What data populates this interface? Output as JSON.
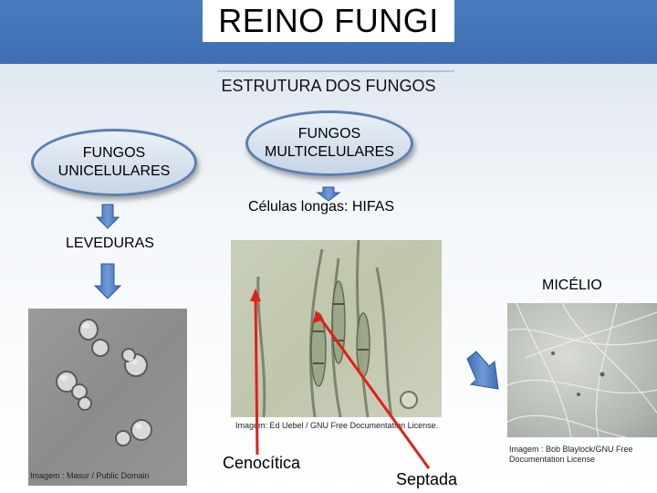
{
  "header": {
    "title": "REINO FUNGI"
  },
  "subtitle": "ESTRUTURA DOS FUNGOS",
  "nodes": {
    "unicellular": {
      "line1": "FUNGOS",
      "line2": "UNICELULARES"
    },
    "multicellular": {
      "line1": "FUNGOS",
      "line2": "MULTICELULARES"
    }
  },
  "labels": {
    "hifas": "Células longas: HIFAS",
    "leveduras": "LEVEDURAS",
    "micelio": "MICÉLIO",
    "cenocitica": "Cenocítica",
    "septada": "Septada"
  },
  "images": {
    "yeast": {
      "caption": "Imagem : Masur / Public Domain"
    },
    "hyphae": {
      "caption": "Imagem: Ed Uebel / GNU Free Documentation License."
    },
    "mycelium": {
      "caption": "Imagem : Bob Blaylock/GNU Free Documentation License"
    }
  },
  "colors": {
    "title_bar": "#4a7bbf",
    "oval_border": "#5a7fb3",
    "arrow_blue": "#4a78c0",
    "pointer_red": "#e0201a"
  }
}
